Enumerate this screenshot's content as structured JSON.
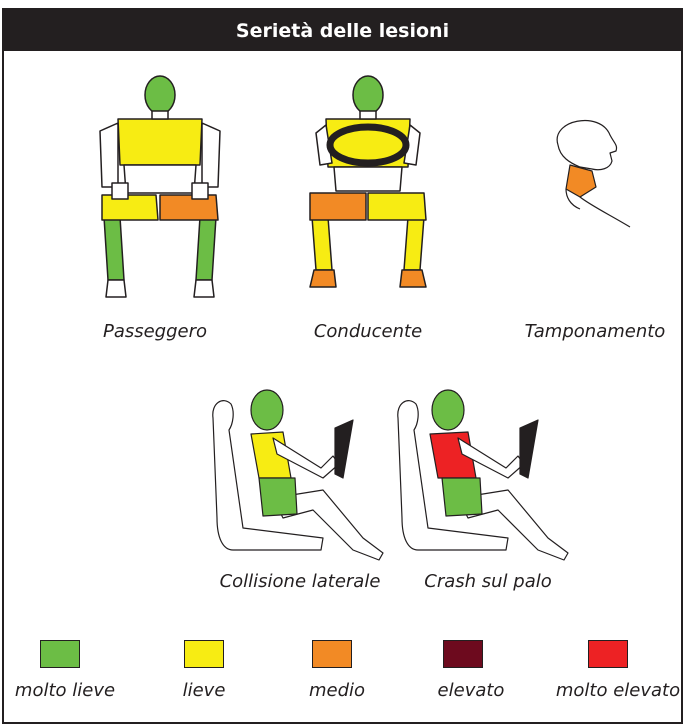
{
  "title": "Serietà delle lesioni",
  "figures": {
    "passeggero": "Passeggero",
    "conducente": "Conducente",
    "tamponamento": "Tamponamento",
    "collisione_laterale": "Collisione laterale",
    "crash_sul_palo": "Crash sul palo"
  },
  "legend": [
    {
      "label": "molto lieve",
      "color": "#6cbd45"
    },
    {
      "label": "lieve",
      "color": "#f7ec13"
    },
    {
      "label": "medio",
      "color": "#f28a25"
    },
    {
      "label": "elevato",
      "color": "#6d0a1e"
    },
    {
      "label": "molto elevato",
      "color": "#ed2224"
    }
  ],
  "colors": {
    "outline": "#231f20",
    "header_bg": "#231f20"
  }
}
